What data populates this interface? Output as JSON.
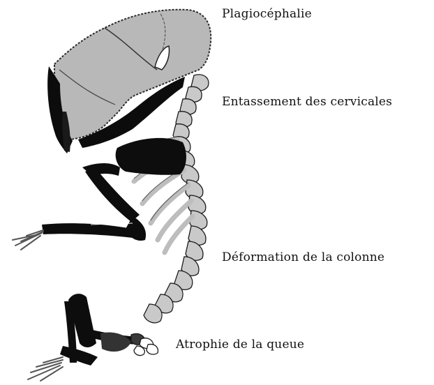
{
  "labels": {
    "skull": "Plagiocéphalie",
    "cervical": "Entassement des cervicales",
    "spine": "Déformation de la colonne",
    "tail": "Atrophie de la queue"
  }
}
